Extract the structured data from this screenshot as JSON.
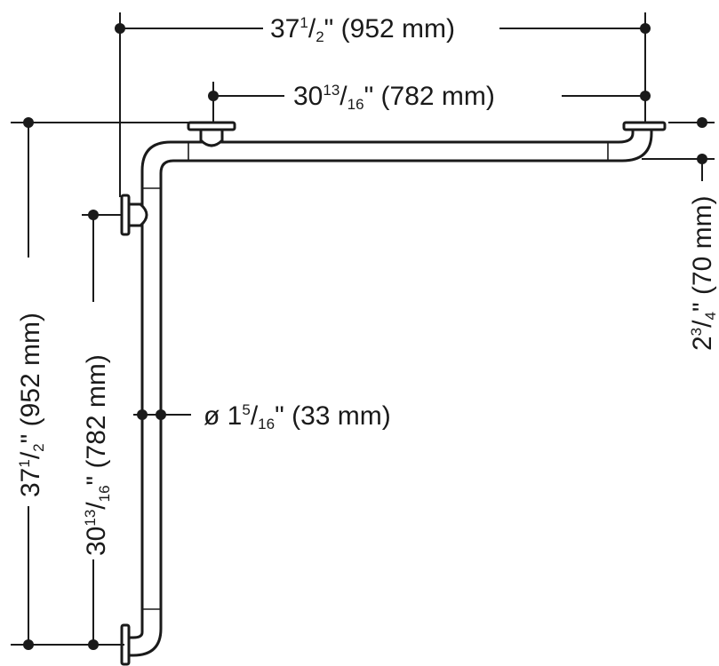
{
  "colors": {
    "ink": "#1a1a1a",
    "background": "#ffffff"
  },
  "dimensions": {
    "overall_width": {
      "whole": "37",
      "num": "1",
      "den": "2",
      "metric": "(952 mm)"
    },
    "inner_width": {
      "whole": "30",
      "num": "13",
      "den": "16",
      "metric": "(782 mm)"
    },
    "overall_height": {
      "whole": "37",
      "num": "1",
      "den": "2",
      "metric": "(952 mm)"
    },
    "inner_height": {
      "whole": "30",
      "num": "13",
      "den": "16",
      "metric": "(782 mm)"
    },
    "diameter": {
      "prefix": "ø",
      "whole": "1",
      "num": "5",
      "den": "16",
      "metric": "(33 mm)"
    },
    "wall_offset": {
      "whole": "2",
      "num": "3",
      "den": "4",
      "metric": "(70 mm)"
    }
  }
}
